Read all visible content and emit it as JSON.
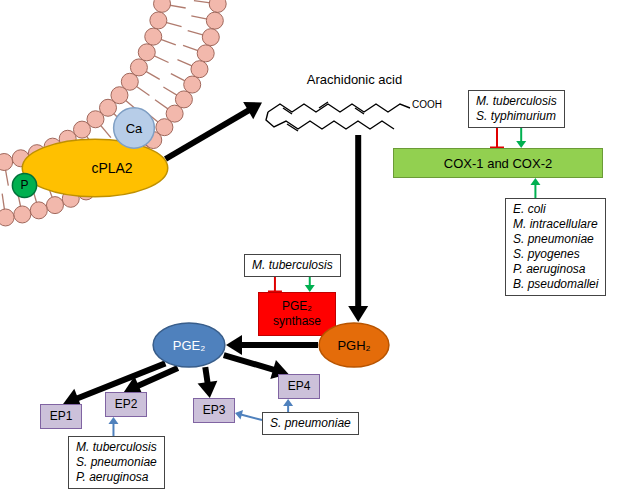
{
  "diagram": {
    "nodes": [
      {
        "text": [
          "cPLA2"
        ]
      },
      {
        "text": [
          "Ca"
        ]
      },
      {
        "text": [
          "P"
        ]
      },
      {
        "text": [
          "Arachidonic acid"
        ]
      },
      {
        "text": [
          "M. tuberculosis",
          "S. typhimurium"
        ]
      },
      {
        "text": [
          "M. tuberculosis"
        ]
      },
      {
        "text": [
          "COX-1 and COX-2"
        ]
      },
      {
        "text": [
          "PGE₂ synthase"
        ]
      },
      {
        "text": [
          "PGH₂"
        ]
      },
      {
        "text": [
          "PGE₂"
        ]
      },
      {
        "text": [
          "E. coli",
          "M. intracellulare",
          "S. pneumoniae",
          "S. pyogenes",
          "P. aeruginosa",
          "B. pseudomallei"
        ]
      },
      {
        "text": [
          "EP1"
        ]
      },
      {
        "text": [
          "EP2"
        ]
      },
      {
        "text": [
          "EP3"
        ]
      },
      {
        "text": [
          "EP4"
        ]
      },
      {
        "text": [
          "S. pneumoniae"
        ]
      },
      {
        "text": [
          "M. tuberculosis",
          "S. pneumoniae",
          "P. aeruginosa"
        ]
      }
    ],
    "edges": [
      {
        "from": 0,
        "to": 3,
        "arrow": "to"
      },
      {
        "from": 3,
        "to": 8,
        "arrow": "to"
      },
      {
        "from": 8,
        "to": 9,
        "arrow": "to"
      },
      {
        "from": 4,
        "to": 6,
        "arrow": "to"
      },
      {
        "from": 4,
        "to": 6,
        "arrow": "to"
      },
      {
        "from": 5,
        "to": 7,
        "arrow": "to"
      },
      {
        "from": 5,
        "to": 7,
        "arrow": "to"
      },
      {
        "from": 10,
        "to": 6,
        "arrow": "to"
      },
      {
        "from": 9,
        "to": 11,
        "arrow": "to"
      },
      {
        "from": 9,
        "to": 12,
        "arrow": "to"
      },
      {
        "from": 9,
        "to": 13,
        "arrow": "to"
      },
      {
        "from": 9,
        "to": 14,
        "arrow": "to"
      },
      {
        "from": 16,
        "to": 12,
        "arrow": "to"
      },
      {
        "from": 15,
        "to": 13,
        "arrow": "to"
      },
      {
        "from": 15,
        "to": 14,
        "arrow": "to"
      }
    ],
    "labels": [
      "COOH"
    ]
  }
}
